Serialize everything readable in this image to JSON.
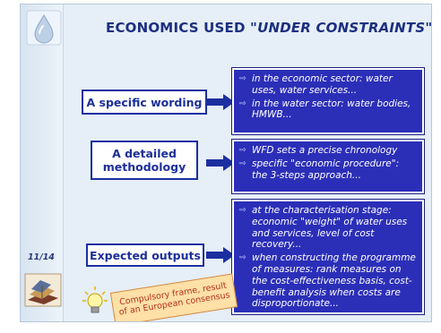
{
  "slide": {
    "title_prefix": "ECONOMICS USED \"",
    "title_emphasis": "UNDER CONSTRAINTS",
    "title_suffix": "\"",
    "page_number": "11/14"
  },
  "rows": [
    {
      "label": "A specific wording",
      "bullets": [
        "in the economic sector: water uses, water services...",
        "in the water sector: water bodies, HMWB..."
      ]
    },
    {
      "label": "A detailed methodology",
      "bullets": [
        "WFD sets a precise chronology",
        "specific \"economic procedure\": the 3-steps approach..."
      ]
    },
    {
      "label": "Expected outputs",
      "bullets": [
        "at the characterisation stage: economic \"weight\" of water uses and services, level of cost recovery...",
        "when constructing the programme of measures: rank measures on the cost-effectiveness basis, cost-benefit analysis when costs are disproportionate..."
      ]
    }
  ],
  "callout": {
    "text": "Compulsory frame, result of an European consensus"
  },
  "icons": {
    "bullet": "⇨",
    "top_left": "water-drop-icon",
    "bottom_left": "books-icon",
    "callout": "lightbulb-icon"
  },
  "colors": {
    "slide_bg": "#e6eef7",
    "title": "#1c2f80",
    "box_fill": "#2b2fb8",
    "label_border": "#1c2fa0",
    "callout_fill": "#ffe0a6",
    "callout_text": "#b3301f"
  }
}
